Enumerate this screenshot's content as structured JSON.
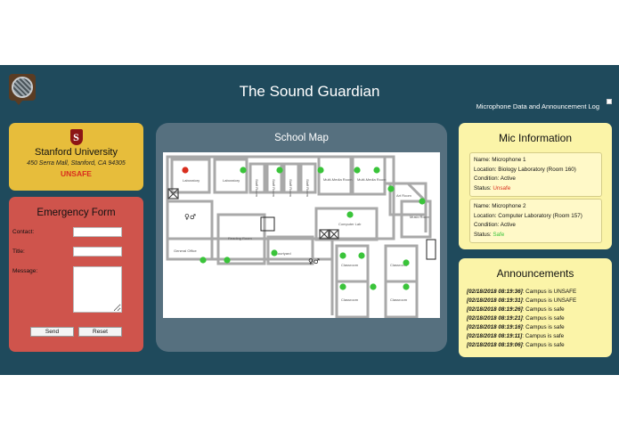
{
  "app": {
    "title": "The Sound Guardian",
    "log_link": "Microphone Data and Announcement Log"
  },
  "school": {
    "name": "Stanford University",
    "address": "450 Serra Mall, Stanford, CA 94305",
    "status": "UNSAFE",
    "crest_letter": "S"
  },
  "emergency_form": {
    "title": "Emergency Form",
    "contact_label": "Contact:",
    "title_label": "Title:",
    "message_label": "Message:",
    "contact_value": "",
    "title_value": "",
    "message_value": "",
    "send_label": "Send",
    "reset_label": "Reset"
  },
  "map": {
    "title": "School Map",
    "rooms": [
      "Laboratory",
      "Laboratory",
      "Staff Room",
      "Staff Room",
      "Staff Room",
      "Staff Room",
      "Multi-Media Room",
      "Multi-Media Room",
      "Art Room",
      "Music Room",
      "Computer Lab",
      "Reading Room",
      "General Office",
      "Courtyard",
      "Classroom",
      "Classroom",
      "Classroom",
      "Classroom"
    ],
    "markers": [
      {
        "status": "unsafe"
      },
      {
        "status": "safe"
      },
      {
        "status": "safe"
      },
      {
        "status": "safe"
      },
      {
        "status": "safe"
      },
      {
        "status": "safe"
      },
      {
        "status": "safe"
      },
      {
        "status": "safe"
      },
      {
        "status": "safe"
      },
      {
        "status": "safe"
      },
      {
        "status": "safe"
      },
      {
        "status": "safe"
      },
      {
        "status": "safe"
      },
      {
        "status": "safe"
      },
      {
        "status": "safe"
      },
      {
        "status": "safe"
      },
      {
        "status": "safe"
      },
      {
        "status": "safe"
      }
    ]
  },
  "mic_info": {
    "title": "Mic Information",
    "mics": [
      {
        "name": "Name: Microphone 1",
        "location": "Location: Biology Laboratory (Room 160)",
        "condition": "Condition: Active",
        "status_label": "Status: ",
        "status": "Unsafe"
      },
      {
        "name": "Name: Microphone 2",
        "location": "Location: Computer Laboratory (Room 157)",
        "condition": "Condition: Active",
        "status_label": "Status: ",
        "status": "Safe"
      }
    ]
  },
  "announcements": {
    "title": "Announcements",
    "items": [
      {
        "time": "[02/18/2018 08:19:36]",
        "text": ": Campus is UNSAFE"
      },
      {
        "time": "[02/18/2018 08:19:31]",
        "text": ": Campus is UNSAFE"
      },
      {
        "time": "[02/18/2018 08:19:26]",
        "text": ": Campus is safe"
      },
      {
        "time": "[02/18/2018 08:19:21]",
        "text": ": Campus is safe"
      },
      {
        "time": "[02/18/2018 08:19:16]",
        "text": ": Campus is safe"
      },
      {
        "time": "[02/18/2018 08:19:11]",
        "text": ": Campus is safe"
      },
      {
        "time": "[02/18/2018 08:19:06]",
        "text": ": Campus is safe"
      }
    ]
  },
  "colors": {
    "background": "#1f4a5c",
    "safe": "#3ac43a",
    "unsafe": "#d92e1e",
    "school_panel": "#e7bd3b",
    "form_panel": "#cf544c",
    "map_panel": "#56707f",
    "info_panel": "#fbf4a8"
  }
}
